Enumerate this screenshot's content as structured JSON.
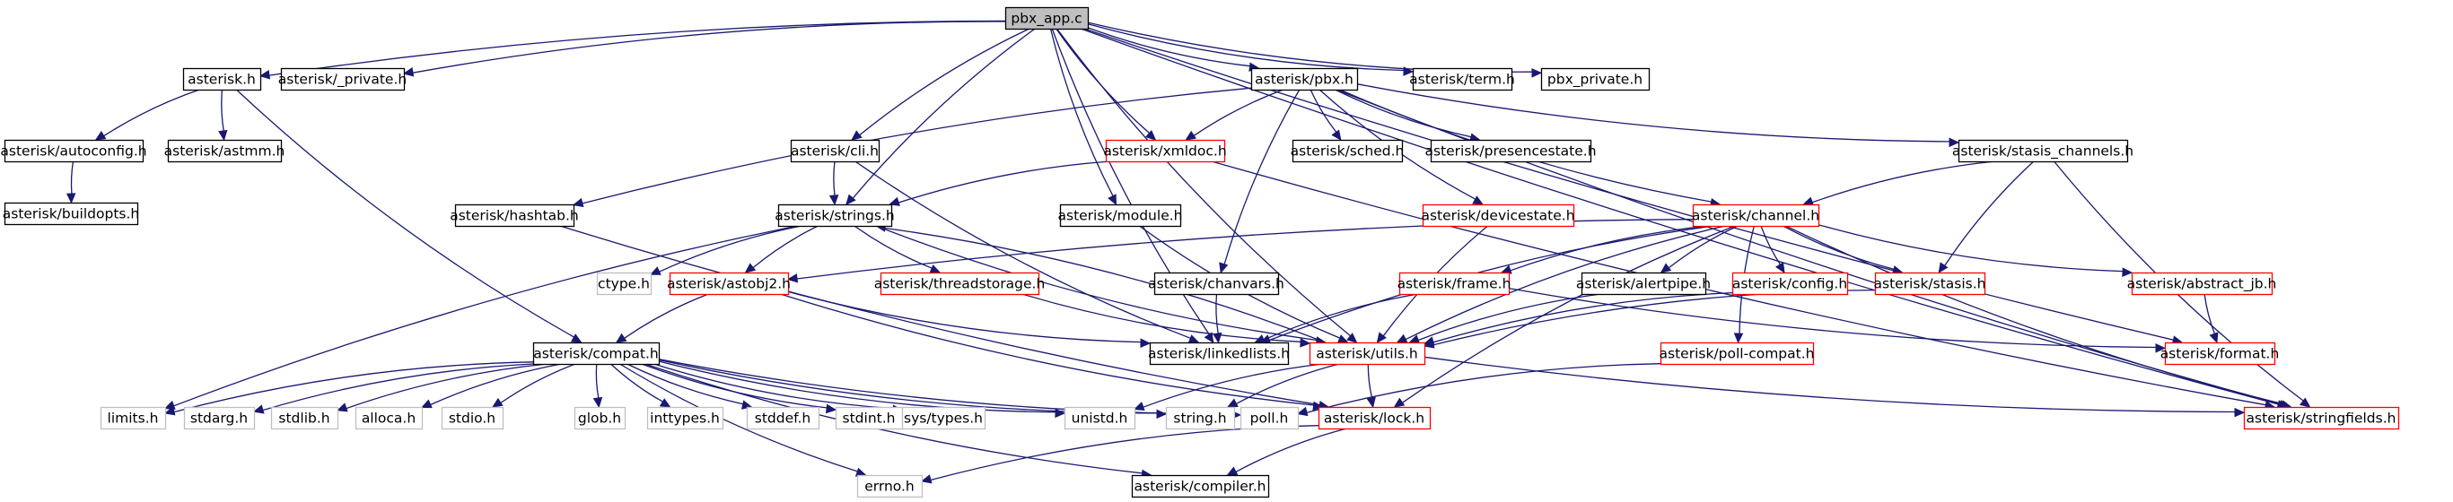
{
  "graph": {
    "colors": {
      "edge": "#191970",
      "node_border_found": "#000000",
      "node_border_missing": "#ff0000",
      "node_border_system": "#bfbfbf",
      "root_fill": "#bfbfbf"
    },
    "nodes": [
      {
        "id": "pbx_app",
        "label": "pbx_app.c",
        "kind": "root"
      },
      {
        "id": "asterisk_h",
        "label": "asterisk.h",
        "kind": "found"
      },
      {
        "id": "a_private",
        "label": "asterisk/_private.h",
        "kind": "found"
      },
      {
        "id": "a_term",
        "label": "asterisk/term.h",
        "kind": "found"
      },
      {
        "id": "pbx_private",
        "label": "pbx_private.h",
        "kind": "found"
      },
      {
        "id": "a_pbx",
        "label": "asterisk/pbx.h",
        "kind": "found"
      },
      {
        "id": "a_autoconfig",
        "label": "asterisk/autoconfig.h",
        "kind": "found"
      },
      {
        "id": "a_astmm",
        "label": "asterisk/astmm.h",
        "kind": "found"
      },
      {
        "id": "a_buildopts",
        "label": "asterisk/buildopts.h",
        "kind": "found"
      },
      {
        "id": "a_cli",
        "label": "asterisk/cli.h",
        "kind": "found"
      },
      {
        "id": "a_xmldoc",
        "label": "asterisk/xmldoc.h",
        "kind": "missing"
      },
      {
        "id": "a_sched",
        "label": "asterisk/sched.h",
        "kind": "found"
      },
      {
        "id": "a_presencestate",
        "label": "asterisk/presencestate.h",
        "kind": "found"
      },
      {
        "id": "a_stasis_channels",
        "label": "asterisk/stasis_channels.h",
        "kind": "found"
      },
      {
        "id": "a_hashtab",
        "label": "asterisk/hashtab.h",
        "kind": "found"
      },
      {
        "id": "a_strings",
        "label": "asterisk/strings.h",
        "kind": "found"
      },
      {
        "id": "a_module",
        "label": "asterisk/module.h",
        "kind": "found"
      },
      {
        "id": "a_devicestate",
        "label": "asterisk/devicestate.h",
        "kind": "missing"
      },
      {
        "id": "a_channel",
        "label": "asterisk/channel.h",
        "kind": "missing"
      },
      {
        "id": "ctype",
        "label": "ctype.h",
        "kind": "system"
      },
      {
        "id": "a_astobj2",
        "label": "asterisk/astobj2.h",
        "kind": "missing"
      },
      {
        "id": "a_threadstorage",
        "label": "asterisk/threadstorage.h",
        "kind": "missing"
      },
      {
        "id": "a_chanvars",
        "label": "asterisk/chanvars.h",
        "kind": "found"
      },
      {
        "id": "a_frame",
        "label": "asterisk/frame.h",
        "kind": "missing"
      },
      {
        "id": "a_alertpipe",
        "label": "asterisk/alertpipe.h",
        "kind": "found"
      },
      {
        "id": "a_config",
        "label": "asterisk/config.h",
        "kind": "missing"
      },
      {
        "id": "a_stasis",
        "label": "asterisk/stasis.h",
        "kind": "missing"
      },
      {
        "id": "a_abstract_jb",
        "label": "asterisk/abstract_jb.h",
        "kind": "missing"
      },
      {
        "id": "a_compat",
        "label": "asterisk/compat.h",
        "kind": "found"
      },
      {
        "id": "a_linkedlists",
        "label": "asterisk/linkedlists.h",
        "kind": "found"
      },
      {
        "id": "a_utils",
        "label": "asterisk/utils.h",
        "kind": "missing"
      },
      {
        "id": "a_poll_compat",
        "label": "asterisk/poll-compat.h",
        "kind": "missing"
      },
      {
        "id": "a_format",
        "label": "asterisk/format.h",
        "kind": "missing"
      },
      {
        "id": "limits",
        "label": "limits.h",
        "kind": "system"
      },
      {
        "id": "stdarg",
        "label": "stdarg.h",
        "kind": "system"
      },
      {
        "id": "stdlib",
        "label": "stdlib.h",
        "kind": "system"
      },
      {
        "id": "alloca",
        "label": "alloca.h",
        "kind": "system"
      },
      {
        "id": "stdio",
        "label": "stdio.h",
        "kind": "system"
      },
      {
        "id": "glob",
        "label": "glob.h",
        "kind": "system"
      },
      {
        "id": "inttypes",
        "label": "inttypes.h",
        "kind": "system"
      },
      {
        "id": "stddef",
        "label": "stddef.h",
        "kind": "system"
      },
      {
        "id": "stdint",
        "label": "stdint.h",
        "kind": "system"
      },
      {
        "id": "systypes",
        "label": "sys/types.h",
        "kind": "system"
      },
      {
        "id": "unistd",
        "label": "unistd.h",
        "kind": "system"
      },
      {
        "id": "string_h",
        "label": "string.h",
        "kind": "system"
      },
      {
        "id": "poll_h",
        "label": "poll.h",
        "kind": "system"
      },
      {
        "id": "a_lock",
        "label": "asterisk/lock.h",
        "kind": "missing"
      },
      {
        "id": "a_stringfields",
        "label": "asterisk/stringfields.h",
        "kind": "missing"
      },
      {
        "id": "errno",
        "label": "errno.h",
        "kind": "system"
      },
      {
        "id": "a_compiler",
        "label": "asterisk/compiler.h",
        "kind": "found"
      }
    ],
    "edges": [
      [
        "pbx_app",
        "asterisk_h"
      ],
      [
        "pbx_app",
        "a_private"
      ],
      [
        "pbx_app",
        "a_term"
      ],
      [
        "pbx_app",
        "pbx_private"
      ],
      [
        "pbx_app",
        "a_pbx"
      ],
      [
        "pbx_app",
        "a_cli"
      ],
      [
        "pbx_app",
        "a_xmldoc"
      ],
      [
        "pbx_app",
        "a_strings"
      ],
      [
        "pbx_app",
        "a_module"
      ],
      [
        "pbx_app",
        "a_linkedlists"
      ],
      [
        "pbx_app",
        "a_utils"
      ],
      [
        "pbx_app",
        "a_format"
      ],
      [
        "pbx_app",
        "a_stringfields"
      ],
      [
        "asterisk_h",
        "a_autoconfig"
      ],
      [
        "asterisk_h",
        "a_astmm"
      ],
      [
        "asterisk_h",
        "a_compat"
      ],
      [
        "a_autoconfig",
        "a_buildopts"
      ],
      [
        "a_pbx",
        "a_xmldoc"
      ],
      [
        "a_pbx",
        "a_sched"
      ],
      [
        "a_pbx",
        "a_presencestate"
      ],
      [
        "a_pbx",
        "a_stasis_channels"
      ],
      [
        "a_pbx",
        "a_hashtab"
      ],
      [
        "a_pbx",
        "a_devicestate"
      ],
      [
        "a_pbx",
        "a_channel"
      ],
      [
        "a_pbx",
        "a_chanvars"
      ],
      [
        "a_pbx",
        "a_stringfields"
      ],
      [
        "a_cli",
        "a_strings"
      ],
      [
        "a_cli",
        "a_linkedlists"
      ],
      [
        "a_xmldoc",
        "a_strings"
      ],
      [
        "a_xmldoc",
        "a_stringfields"
      ],
      [
        "a_stasis_channels",
        "a_channel"
      ],
      [
        "a_stasis_channels",
        "a_stasis"
      ],
      [
        "a_stasis_channels",
        "a_stringfields"
      ],
      [
        "a_hashtab",
        "a_lock"
      ],
      [
        "a_strings",
        "ctype"
      ],
      [
        "a_strings",
        "a_astobj2"
      ],
      [
        "a_strings",
        "a_threadstorage"
      ],
      [
        "a_strings",
        "a_utils"
      ],
      [
        "a_strings",
        "limits"
      ],
      [
        "a_module",
        "a_utils"
      ],
      [
        "a_devicestate",
        "a_utils"
      ],
      [
        "a_channel",
        "a_astobj2"
      ],
      [
        "a_channel",
        "a_frame"
      ],
      [
        "a_channel",
        "a_alertpipe"
      ],
      [
        "a_channel",
        "a_config"
      ],
      [
        "a_channel",
        "a_stasis"
      ],
      [
        "a_channel",
        "a_abstract_jb"
      ],
      [
        "a_channel",
        "a_linkedlists"
      ],
      [
        "a_channel",
        "a_utils"
      ],
      [
        "a_channel",
        "a_poll_compat"
      ],
      [
        "a_channel",
        "a_lock"
      ],
      [
        "a_channel",
        "a_stringfields"
      ],
      [
        "a_astobj2",
        "a_compat"
      ],
      [
        "a_astobj2",
        "a_linkedlists"
      ],
      [
        "a_astobj2",
        "a_lock"
      ],
      [
        "a_threadstorage",
        "a_utils"
      ],
      [
        "a_chanvars",
        "a_linkedlists"
      ],
      [
        "a_frame",
        "a_linkedlists"
      ],
      [
        "a_frame",
        "a_format"
      ],
      [
        "a_alertpipe",
        "a_utils"
      ],
      [
        "a_config",
        "a_utils"
      ],
      [
        "a_stasis",
        "a_utils"
      ],
      [
        "a_abstract_jb",
        "a_format"
      ],
      [
        "a_utils",
        "a_strings"
      ],
      [
        "a_utils",
        "unistd"
      ],
      [
        "a_utils",
        "string_h"
      ],
      [
        "a_utils",
        "a_lock"
      ],
      [
        "a_utils",
        "a_stringfields"
      ],
      [
        "a_poll_compat",
        "poll_h"
      ],
      [
        "a_compat",
        "limits"
      ],
      [
        "a_compat",
        "stdarg"
      ],
      [
        "a_compat",
        "stdlib"
      ],
      [
        "a_compat",
        "alloca"
      ],
      [
        "a_compat",
        "stdio"
      ],
      [
        "a_compat",
        "glob"
      ],
      [
        "a_compat",
        "inttypes"
      ],
      [
        "a_compat",
        "stddef"
      ],
      [
        "a_compat",
        "stdint"
      ],
      [
        "a_compat",
        "systypes"
      ],
      [
        "a_compat",
        "unistd"
      ],
      [
        "a_compat",
        "string_h"
      ],
      [
        "a_compat",
        "poll_h"
      ],
      [
        "a_compat",
        "errno"
      ],
      [
        "a_compat",
        "a_compiler"
      ],
      [
        "a_lock",
        "errno"
      ],
      [
        "a_lock",
        "a_compiler"
      ]
    ]
  }
}
